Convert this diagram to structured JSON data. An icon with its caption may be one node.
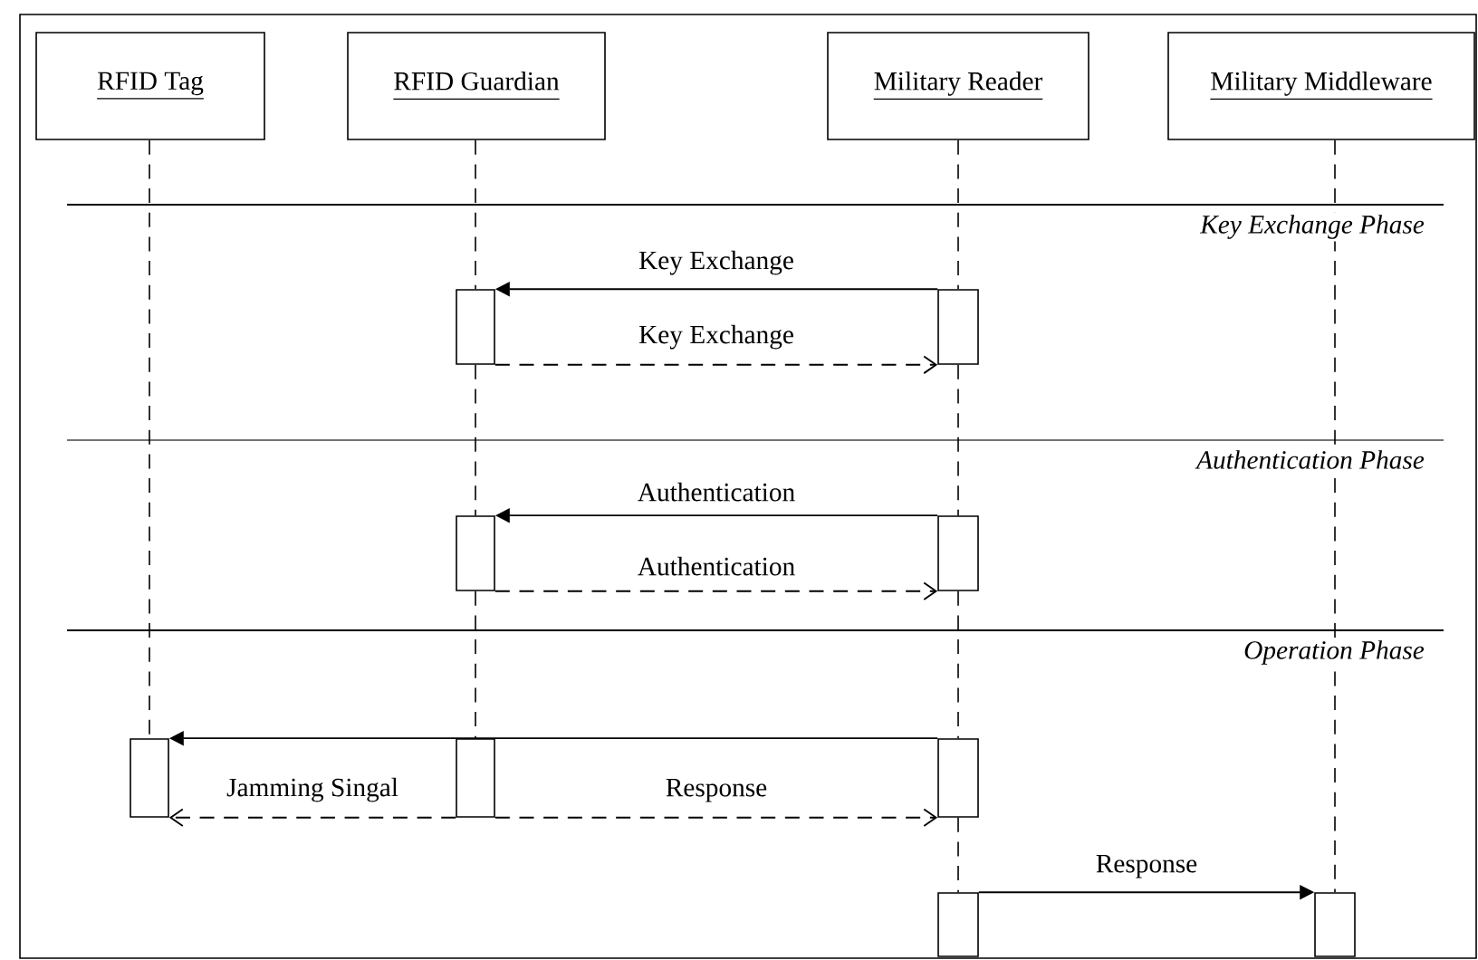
{
  "diagram": {
    "nodes": [
      {
        "text": [
          "RFID Tag"
        ]
      },
      {
        "text": [
          "RFID Guardian"
        ]
      },
      {
        "text": [
          "Military Reader"
        ]
      },
      {
        "text": [
          "Military Middleware"
        ]
      },
      {
        "text": [],
        "shape": "box"
      },
      {
        "text": [],
        "shape": "box"
      },
      {
        "text": [],
        "shape": "box"
      },
      {
        "text": [],
        "shape": "box"
      },
      {
        "text": [],
        "shape": "box"
      },
      {
        "text": [],
        "shape": "box"
      },
      {
        "text": [],
        "shape": "box"
      },
      {
        "text": [],
        "shape": "box"
      },
      {
        "text": [],
        "shape": "box"
      }
    ],
    "edges": [
      {
        "from": 5,
        "to": 4,
        "arrow": "to",
        "label": "Key Exchange"
      },
      {
        "from": 4,
        "to": 5,
        "arrow": "to",
        "label": "Key Exchange",
        "style": "dashed"
      },
      {
        "from": 7,
        "to": 6,
        "arrow": "to",
        "label": "Authentication"
      },
      {
        "from": 6,
        "to": 7,
        "arrow": "to",
        "label": "Authentication",
        "style": "dashed"
      },
      {
        "from": 10,
        "to": 8,
        "arrow": "to"
      },
      {
        "from": 9,
        "to": 8,
        "arrow": "to",
        "label": "Jamming Singal",
        "style": "dashed"
      },
      {
        "from": 9,
        "to": 10,
        "arrow": "to",
        "label": "Response",
        "style": "dashed"
      },
      {
        "from": 11,
        "to": 12,
        "arrow": "to",
        "label": "Response"
      },
      {
        "from": 0,
        "to": 8,
        "arrow": "none",
        "style": "dashed"
      },
      {
        "from": 1,
        "to": 4,
        "arrow": "none",
        "style": "dashed"
      },
      {
        "from": 4,
        "to": 6,
        "arrow": "none",
        "style": "dashed"
      },
      {
        "from": 6,
        "to": 9,
        "arrow": "none",
        "style": "dashed"
      },
      {
        "from": 2,
        "to": 5,
        "arrow": "none",
        "style": "dashed"
      },
      {
        "from": 5,
        "to": 7,
        "arrow": "none",
        "style": "dashed"
      },
      {
        "from": 7,
        "to": 10,
        "arrow": "none",
        "style": "dashed"
      },
      {
        "from": 10,
        "to": 11,
        "arrow": "none",
        "style": "dashed"
      },
      {
        "from": 3,
        "to": 12,
        "arrow": "none",
        "style": "dashed"
      }
    ],
    "labels": [
      "Key Exchange Phase",
      "Authentication Phase",
      "Operation Phase"
    ]
  }
}
